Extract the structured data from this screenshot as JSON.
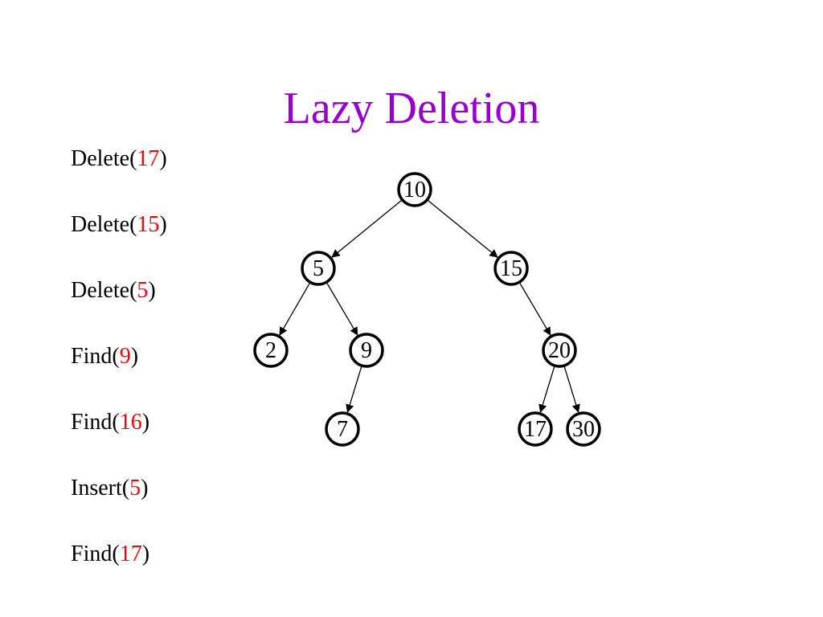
{
  "title": "Lazy Deletion",
  "operations": [
    {
      "op": "Delete",
      "arg": "17"
    },
    {
      "op": "Delete",
      "arg": "15"
    },
    {
      "op": "Delete",
      "arg": "5"
    },
    {
      "op": "Find",
      "arg": "9"
    },
    {
      "op": "Find",
      "arg": "16"
    },
    {
      "op": "Insert",
      "arg": "5"
    },
    {
      "op": "Find",
      "arg": "17"
    }
  ],
  "tree": {
    "nodes": [
      {
        "id": "n10",
        "label": "10"
      },
      {
        "id": "n5",
        "label": "5"
      },
      {
        "id": "n15",
        "label": "15"
      },
      {
        "id": "n2",
        "label": "2"
      },
      {
        "id": "n9",
        "label": "9"
      },
      {
        "id": "n20",
        "label": "20"
      },
      {
        "id": "n7",
        "label": "7"
      },
      {
        "id": "n17",
        "label": "17"
      },
      {
        "id": "n30",
        "label": "30"
      }
    ],
    "edges": [
      {
        "from": "n10",
        "to": "n5"
      },
      {
        "from": "n10",
        "to": "n15"
      },
      {
        "from": "n5",
        "to": "n2"
      },
      {
        "from": "n5",
        "to": "n9"
      },
      {
        "from": "n15",
        "to": "n20"
      },
      {
        "from": "n9",
        "to": "n7"
      },
      {
        "from": "n20",
        "to": "n17"
      },
      {
        "from": "n20",
        "to": "n30"
      }
    ]
  },
  "colors": {
    "title": "#9900cc",
    "argument": "#ff0000",
    "node_stroke": "#000000"
  }
}
